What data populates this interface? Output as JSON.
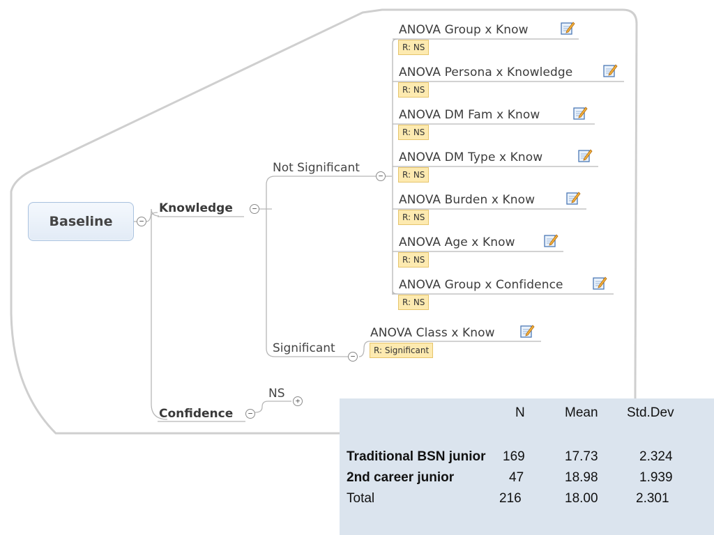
{
  "mindmap": {
    "root": "Baseline",
    "knowledge": "Knowledge",
    "confidence": "Confidence",
    "not_significant": "Not Significant",
    "significant": "Significant",
    "ns": "NS",
    "not_sig_children": [
      {
        "title": "ANOVA Group x Know",
        "tag": "R: NS"
      },
      {
        "title": "ANOVA Persona x Knowledge",
        "tag": "R: NS"
      },
      {
        "title": "ANOVA DM Fam x Know",
        "tag": "R: NS"
      },
      {
        "title": "ANOVA DM Type x Know",
        "tag": "R: NS"
      },
      {
        "title": "ANOVA Burden x Know",
        "tag": "R: NS"
      },
      {
        "title": "ANOVA Age x Know",
        "tag": "R: NS"
      },
      {
        "title": "ANOVA Group x Confidence",
        "tag": "R: NS"
      }
    ],
    "sig_children": [
      {
        "title": "ANOVA Class x Know",
        "tag": "R: Significant"
      }
    ],
    "toggle_minus": "−",
    "toggle_plus": "+",
    "colors": {
      "tag_bg": "#fdeab0",
      "root_bg": "#e2ebf6",
      "boundary": "#cfcfcf"
    },
    "icons": [
      "note-icon",
      "collapse-icon",
      "expand-icon"
    ]
  },
  "stats_table": {
    "headers": [
      "",
      "N",
      "Mean",
      "Std.Dev"
    ],
    "rows": [
      {
        "label": "Traditional BSN junior",
        "n": "169",
        "mean": "17.73",
        "sd": "2.324"
      },
      {
        "label": "2nd career junior",
        "n": "47",
        "mean": "18.98",
        "sd": "1.939"
      },
      {
        "label": "Total",
        "n": "216",
        "mean": "18.00",
        "sd": "2.301"
      }
    ],
    "bg_color": "#dbe4ee"
  }
}
